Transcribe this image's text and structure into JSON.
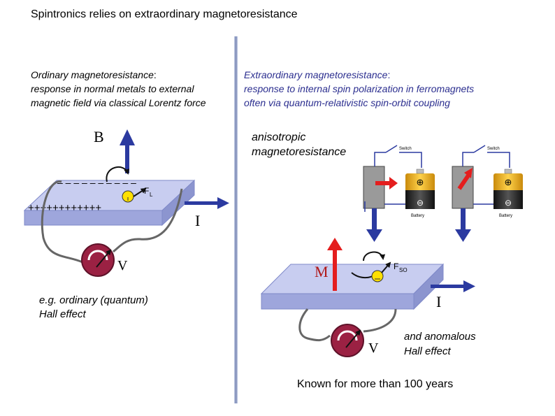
{
  "title": "Spintronics relies on extraordinary magnetoresistance",
  "left": {
    "heading": "Ordinary magnetoresistance",
    "heading_colon": ":",
    "line1": "response in normal metals to external",
    "line2": "magnetic field via classical Lorentz force",
    "field_label": "B",
    "force_label": "F",
    "force_sub": "L",
    "minus_row": "– – – – – – – – – –",
    "plus_row": "++++++++++++",
    "current_label": "I",
    "voltage_label": "V",
    "example_line1": "e.g. ordinary (quantum)",
    "example_line2": "Hall effect"
  },
  "right": {
    "heading": "Extraordinary magnetoresistance",
    "heading_colon": ":",
    "line1": "response to internal spin polarization in ferromagnets",
    "line2": "often via quantum-relativistic spin-orbit coupling",
    "amr_line1": "anisotropic",
    "amr_line2": "magnetoresistance",
    "switch_label": "Switch",
    "battery_label": "Battery",
    "plus_symbol": "⊕",
    "minus_symbol": "⊖",
    "magnetization_label": "M",
    "force_label": "F",
    "force_sub": "SO",
    "current_label": "I",
    "voltage_label": "V",
    "ahe_line1": "and anomalous",
    "ahe_line2": "Hall effect",
    "footer": "Known for more than 100 years"
  },
  "colors": {
    "slab_top": "#c8cdf0",
    "slab_side": "#9ea6dc",
    "blue_arrow": "#2b3aa0",
    "red_arrow": "#e41e1e",
    "electron": "#ffe000",
    "meter": "#9b2143",
    "battery_gold": "#f2b21a"
  }
}
